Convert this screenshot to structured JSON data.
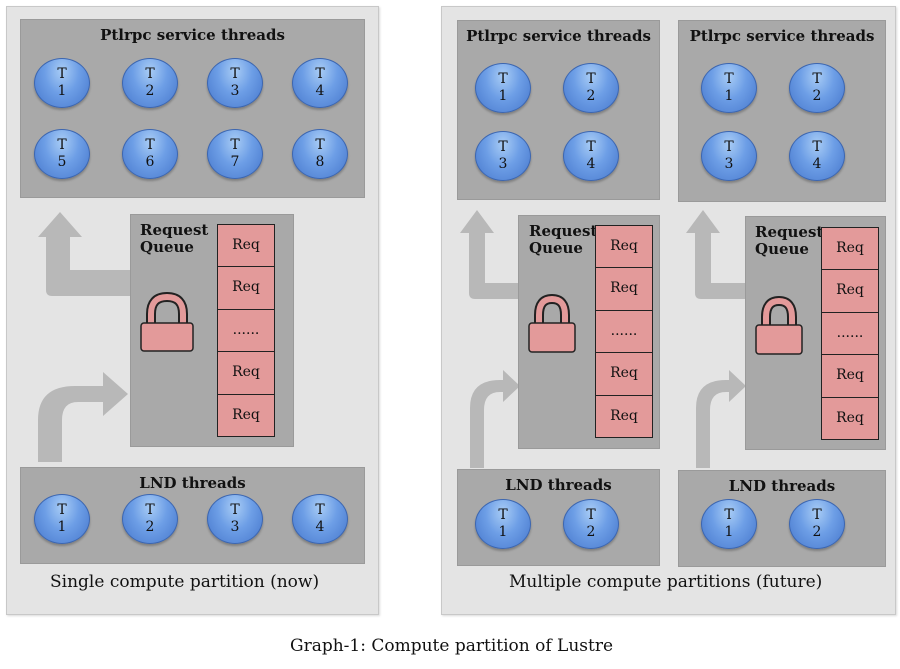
{
  "figure_caption": "Graph-1: Compute partition of Lustre",
  "colors": {
    "panel": "#e4e4e4",
    "box": "#a9a9a9",
    "thread": "#6d9ee6",
    "req": "#e39a9a",
    "lock": "#e39a9a",
    "arrow": "#b8b8b8"
  },
  "left": {
    "caption": "Single compute partition (now)",
    "service": {
      "title": "Ptlrpc service threads",
      "threads": [
        {
          "t": "T",
          "n": "1"
        },
        {
          "t": "T",
          "n": "2"
        },
        {
          "t": "T",
          "n": "3"
        },
        {
          "t": "T",
          "n": "4"
        },
        {
          "t": "T",
          "n": "5"
        },
        {
          "t": "T",
          "n": "6"
        },
        {
          "t": "T",
          "n": "7"
        },
        {
          "t": "T",
          "n": "8"
        }
      ]
    },
    "queue": {
      "title_line1": "Request",
      "title_line2": "Queue",
      "items": [
        "Req",
        "Req",
        "......",
        "Req",
        "Req"
      ],
      "lock_icon": "lock-icon"
    },
    "lnd": {
      "title": "LND threads",
      "threads": [
        {
          "t": "T",
          "n": "1"
        },
        {
          "t": "T",
          "n": "2"
        },
        {
          "t": "T",
          "n": "3"
        },
        {
          "t": "T",
          "n": "4"
        }
      ]
    }
  },
  "right": {
    "caption": "Multiple compute partitions (future)",
    "partitions": [
      {
        "service": {
          "title": "Ptlrpc service threads",
          "threads": [
            {
              "t": "T",
              "n": "1"
            },
            {
              "t": "T",
              "n": "2"
            },
            {
              "t": "T",
              "n": "3"
            },
            {
              "t": "T",
              "n": "4"
            }
          ]
        },
        "queue": {
          "title_line1": "Request",
          "title_line2": "Queue",
          "items": [
            "Req",
            "Req",
            "......",
            "Req",
            "Req"
          ],
          "lock_icon": "lock-icon"
        },
        "lnd": {
          "title": "LND threads",
          "threads": [
            {
              "t": "T",
              "n": "1"
            },
            {
              "t": "T",
              "n": "2"
            }
          ]
        }
      },
      {
        "service": {
          "title": "Ptlrpc service threads",
          "threads": [
            {
              "t": "T",
              "n": "1"
            },
            {
              "t": "T",
              "n": "2"
            },
            {
              "t": "T",
              "n": "3"
            },
            {
              "t": "T",
              "n": "4"
            }
          ]
        },
        "queue": {
          "title_line1": "Request",
          "title_line2": "Queue",
          "items": [
            "Req",
            "Req",
            "......",
            "Req",
            "Req"
          ],
          "lock_icon": "lock-icon"
        },
        "lnd": {
          "title": "LND threads",
          "threads": [
            {
              "t": "T",
              "n": "1"
            },
            {
              "t": "T",
              "n": "2"
            }
          ]
        }
      }
    ]
  }
}
